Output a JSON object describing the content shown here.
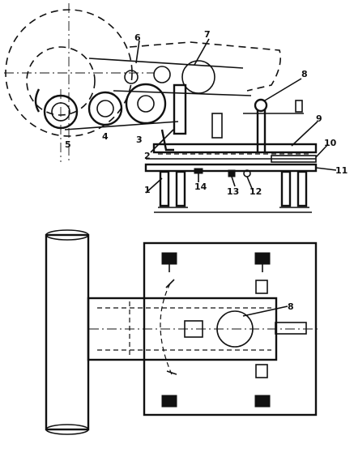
{
  "side_view": {
    "callouts": [
      {
        "id": "c1",
        "text": "1"
      },
      {
        "id": "c2",
        "text": "2"
      },
      {
        "id": "c3",
        "text": "3"
      },
      {
        "id": "c4",
        "text": "4"
      },
      {
        "id": "c5",
        "text": "5"
      },
      {
        "id": "c6",
        "text": "6"
      },
      {
        "id": "c7",
        "text": "7"
      },
      {
        "id": "c8",
        "text": "8"
      },
      {
        "id": "c9",
        "text": "9"
      },
      {
        "id": "c10",
        "text": "10"
      },
      {
        "id": "c11",
        "text": "11"
      },
      {
        "id": "c12",
        "text": "12"
      },
      {
        "id": "c13",
        "text": "13"
      },
      {
        "id": "c14",
        "text": "14"
      }
    ]
  },
  "plan_view": {
    "callouts": [
      {
        "id": "p8",
        "text": "8"
      }
    ]
  }
}
